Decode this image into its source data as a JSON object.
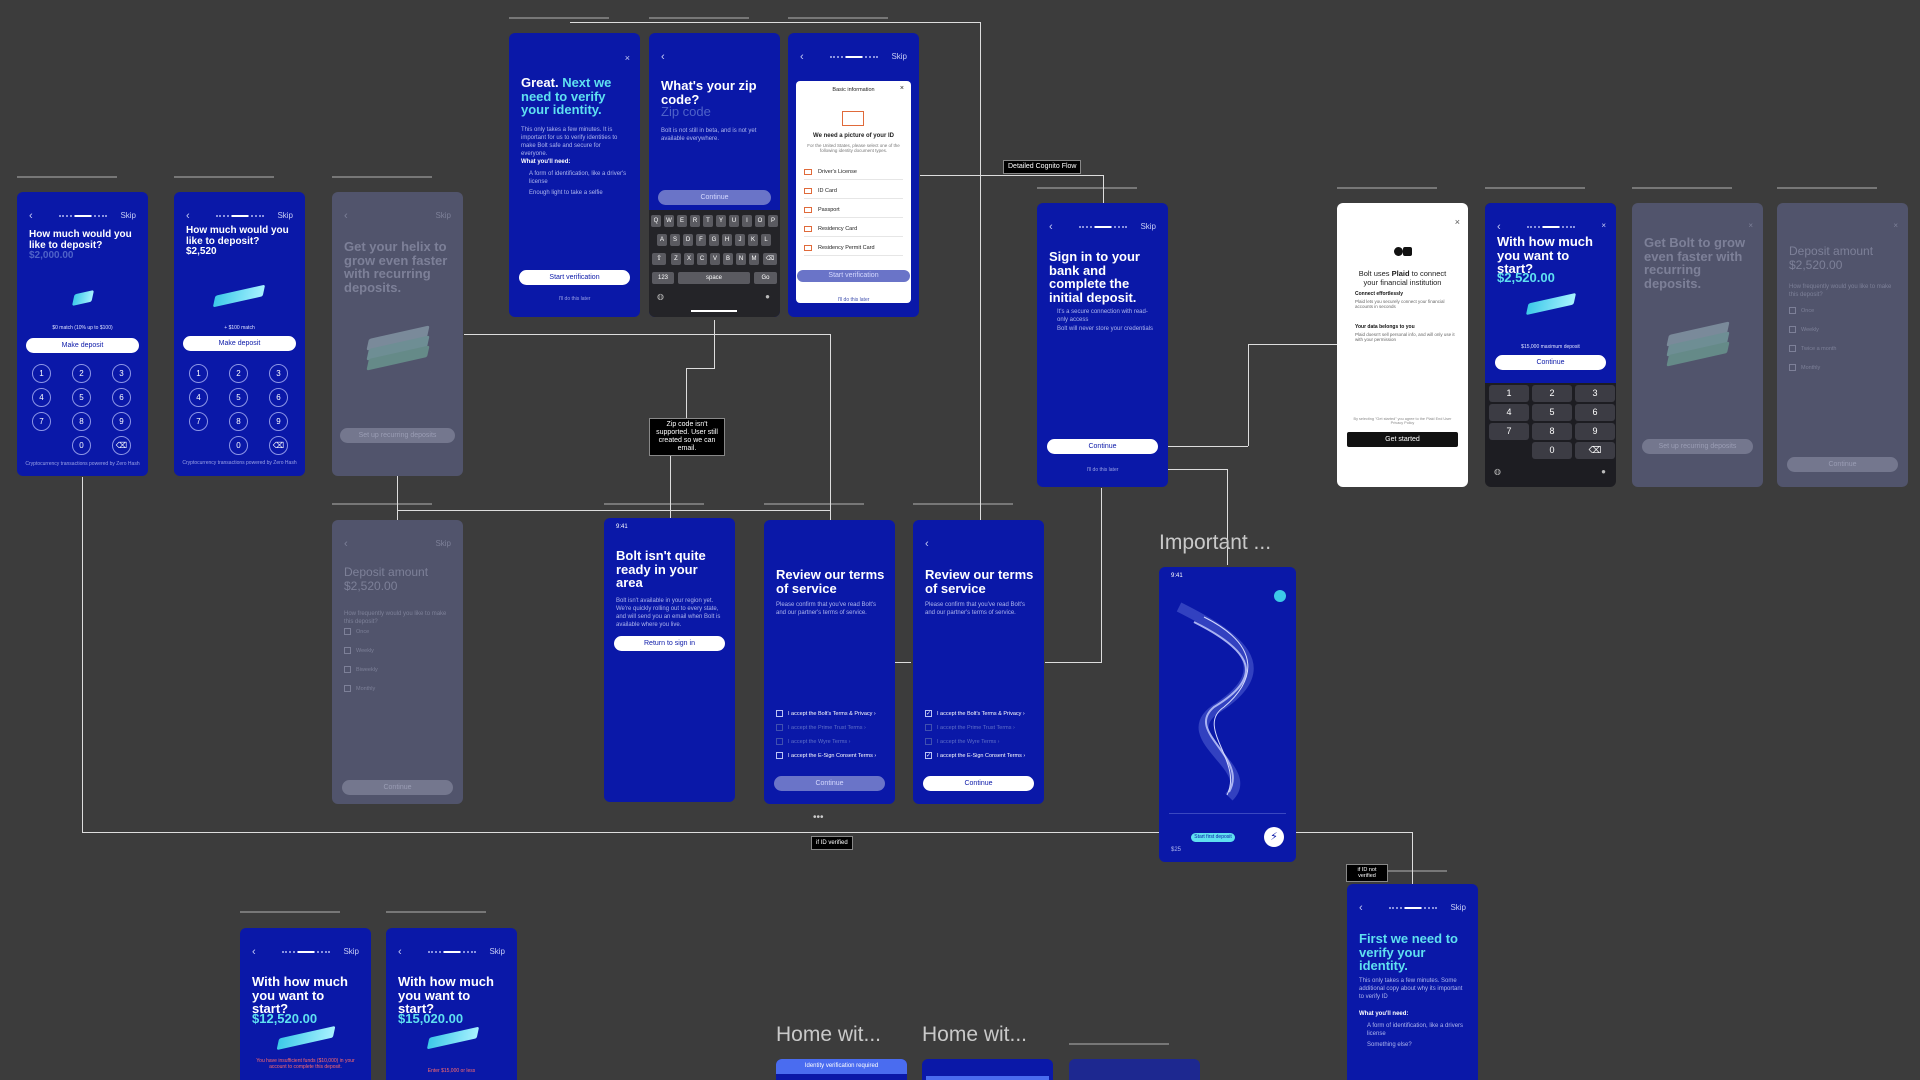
{
  "header": {
    "skip": "Skip",
    "back": "‹"
  },
  "notes": {
    "detailed_flow": "Detailed Cognito Flow",
    "zip_unsupported": "Zip code isn't supported. User still created so we can email.",
    "id_verified": "if ID verified",
    "id_not_verified": "if ID not verified"
  },
  "sections": {
    "important": "Important ...",
    "home1": "Home wit...",
    "home2": "Home wit..."
  },
  "deposit1": {
    "title": "How much would you like to deposit?",
    "amount": "$2,000.00",
    "match": "$0 match (10% up to $100)",
    "button": "Make deposit",
    "footer": "Cryptocurrency transactions powered by Zero Hash",
    "keys": [
      "1",
      "2",
      "3",
      "4",
      "5",
      "6",
      "7",
      "8",
      "9",
      "0",
      "⌫"
    ]
  },
  "deposit2": {
    "title": "How much would you like to deposit?",
    "amount": "$2,520",
    "match": "+ $100 match",
    "button": "Make deposit",
    "footer": "Cryptocurrency transactions powered by Zero Hash",
    "keys": [
      "1",
      "2",
      "3",
      "4",
      "5",
      "6",
      "7",
      "8",
      "9",
      "0",
      "⌫"
    ]
  },
  "helix": {
    "title": "Get your helix to grow even faster with recurring deposits.",
    "button": "Set up recurring deposits"
  },
  "verify": {
    "title_a": "Great. ",
    "title_b": "Next we need to verify your identity.",
    "body": "This only takes a few minutes. It is important for us to verify identities to make Bolt safe and secure for everyone.",
    "what": "What you'll need:",
    "item1": "A form of identification, like a driver's license",
    "item2": "Enough light to take a selfie",
    "button": "Start verification",
    "later": "I'll do this later"
  },
  "zip": {
    "title": "What's your zip code?",
    "placeholder": "Zip code",
    "body": "Bolt is not still in beta, and is not yet available everywhere.",
    "button": "Continue",
    "rows": [
      [
        "Q",
        "W",
        "E",
        "R",
        "T",
        "Y",
        "U",
        "I",
        "O",
        "P"
      ],
      [
        "A",
        "S",
        "D",
        "F",
        "G",
        "H",
        "J",
        "K",
        "L"
      ],
      [
        "Z",
        "X",
        "C",
        "V",
        "B",
        "N",
        "M"
      ]
    ],
    "space": "space",
    "go": "Go",
    "num": "123"
  },
  "idmodal": {
    "header": "Basic information",
    "title": "We need a picture of your ID",
    "body": "For the United States, please select one of the following identity document types.",
    "docs": [
      "Driver's License",
      "ID Card",
      "Passport",
      "Residency Card",
      "Residency Permit Card"
    ],
    "button": "Start verification",
    "later": "I'll do this later"
  },
  "bank": {
    "title": "Sign in to your bank and complete the initial deposit.",
    "item1": "It's a secure connection with read-only access",
    "item2": "Bolt will never store your credentials",
    "button": "Continue",
    "later": "I'll do this later"
  },
  "plaid": {
    "title_a": "Bolt uses ",
    "title_b": "Plaid",
    "title_c": " to connect your financial institution",
    "h1": "Connect effortlessly",
    "p1": "Plaid lets you securely connect your financial accounts in seconds",
    "h2": "Your data belongs to you",
    "p2": "Plaid doesn't sell personal info, and will only use it with your permission",
    "fine": "By selecting \"Get started\" you agree to the Plaid End User Privacy Policy",
    "button": "Get started"
  },
  "startamt": {
    "title": "With how much you want to start?",
    "amount": "$2,520.00",
    "max": "$15,000 maximum deposit",
    "button": "Continue",
    "keys": [
      "1",
      "2",
      "3",
      "4",
      "5",
      "6",
      "7",
      "8",
      "9",
      "",
      "0",
      "⌫"
    ]
  },
  "growdim": {
    "title": "Get Bolt to grow even faster with recurring deposits.",
    "button": "Set up recurring deposits"
  },
  "depdim": {
    "title": "Deposit amount",
    "amount": "$2,520.00",
    "question": "How frequently would you like to make this deposit?",
    "opts": [
      "Once",
      "Weekly",
      "Twice a month",
      "Monthly"
    ],
    "button": "Continue"
  },
  "depamt": {
    "title": "Deposit amount",
    "amount": "$2,520.00",
    "question": "How frequently would you like to make this deposit?",
    "opts": [
      "Once",
      "Weekly",
      "Biweekly",
      "Monthly"
    ],
    "button": "Continue"
  },
  "notready": {
    "time": "9:41",
    "title": "Bolt isn't quite ready in your area",
    "body": "Bolt isn't available in your region yet. We're quickly rolling out to every state, and will send you an email when Bolt is available where you live.",
    "button": "Return to sign in"
  },
  "terms1": {
    "title": "Review our terms of service",
    "body": "Please confirm that you've read Bolt's and our partner's terms of service.",
    "items": [
      "I accept the Bolt's Terms & Privacy ›",
      "I accept the Prime Trust Terms ›",
      "I accept the Wyre Terms ›",
      "I accept the E-Sign Consent Terms ›"
    ],
    "button": "Continue"
  },
  "terms2": {
    "title": "Review our terms of service",
    "body": "Please confirm that you've read Bolt's and our partner's terms of service.",
    "items": [
      "I accept the Bolt's Terms & Privacy ›",
      "I accept the Prime Trust Terms ›",
      "I accept the Wyre Terms ›",
      "I accept the E-Sign Consent Terms ›"
    ],
    "button": "Continue"
  },
  "helixhome": {
    "time": "9:41",
    "badge": "Start first deposit",
    "value": "$25"
  },
  "firstverify": {
    "title": "First we need to verify your identity.",
    "body": "This only takes a few minutes. Some additional copy about why its important to verify ID",
    "what": "What you'll need:",
    "item1": "A form of identification, like a drivers license",
    "item2": "Something else?"
  },
  "start3": {
    "title": "With how much you want to start?",
    "amount": "$12,520.00",
    "warn": "You have insufficient funds ($10,000) in your account to complete this deposit."
  },
  "start4": {
    "title": "With how much you want to start?",
    "amount": "$15,020.00",
    "warn": "Enter $15,000 or less"
  },
  "banner": {
    "text": "Identity verification required"
  }
}
